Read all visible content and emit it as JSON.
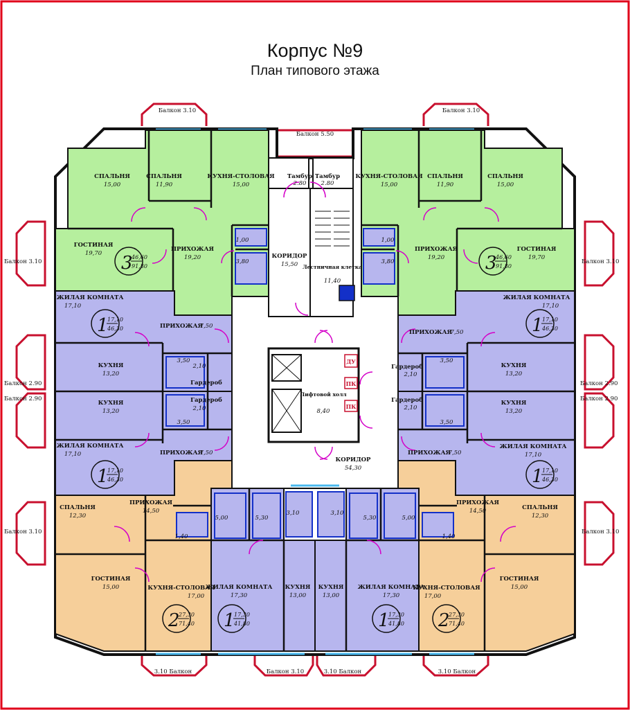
{
  "title": "Корпус №9",
  "subtitle": "План типового этажа",
  "colors": {
    "green": "#b6ef9e",
    "purple": "#b7b6ee",
    "orange": "#f6cf9a",
    "common": "#ffffff",
    "wall": "#111111",
    "balcony_wall": "#c8102e",
    "door": "#d400c8",
    "window": "#49b8ee",
    "frame": "#e0001a",
    "partition": "#1330c8"
  },
  "apartments": {
    "green_left": {
      "rooms": "3",
      "living": "46,60",
      "total": "91,80"
    },
    "green_right": {
      "rooms": "3",
      "living": "46,60",
      "total": "91,80"
    },
    "purple_ul": {
      "rooms": "1",
      "living": "17,10",
      "total": "46,30"
    },
    "purple_ur": {
      "rooms": "1",
      "living": "17,10",
      "total": "46,30"
    },
    "purple_ll": {
      "rooms": "1",
      "living": "17,10",
      "total": "46,30"
    },
    "purple_lr": {
      "rooms": "1",
      "living": "17,10",
      "total": "46,30"
    },
    "orange_left": {
      "rooms": "2",
      "living": "27,30",
      "total": "71,40"
    },
    "orange_right": {
      "rooms": "2",
      "living": "27,30",
      "total": "71,40"
    },
    "purple_bl": {
      "rooms": "1",
      "living": "17,30",
      "total": "41,80"
    },
    "purple_br": {
      "rooms": "1",
      "living": "17,30",
      "total": "41,80"
    }
  },
  "rooms": {
    "spalnya_tl": {
      "name": "СПАЛЬНЯ",
      "area": "15,00"
    },
    "spalnya_tl2": {
      "name": "СПАЛЬНЯ",
      "area": "11,90"
    },
    "kuhnya_stol_tl": {
      "name": "КУХНЯ-СТОЛОВАЯ",
      "area": "15,00"
    },
    "gostinaya_l": {
      "name": "ГОСТИНАЯ",
      "area": "19,70"
    },
    "prihozh_gl": {
      "name": "ПРИХОЖАЯ",
      "area": "19,20"
    },
    "kuhnya_stol_tr": {
      "name": "КУХНЯ-СТОЛОВАЯ",
      "area": "15,00"
    },
    "spalnya_tr2": {
      "name": "СПАЛЬНЯ",
      "area": "11,90"
    },
    "spalnya_tr": {
      "name": "СПАЛЬНЯ",
      "area": "15,00"
    },
    "prihozh_gr": {
      "name": "ПРИХОЖАЯ",
      "area": "19,20"
    },
    "gostinaya_r": {
      "name": "ГОСТИНАЯ",
      "area": "19,70"
    },
    "tambur_l": {
      "name": "Тамбур",
      "area": "2.80"
    },
    "tambur_r": {
      "name": "Тамбур",
      "area": "2.80"
    },
    "koridor_top": {
      "name": "КОРИДОР",
      "area": "15,50"
    },
    "lestnica": {
      "name": "Лестничная клетка",
      "area": "11,40"
    },
    "zhilaya_ul": {
      "name": "ЖИЛАЯ КОМНАТА",
      "area": "17,10"
    },
    "prihozh_ul": {
      "name": "ПРИХОЖАЯ",
      "area": "7,50"
    },
    "kuhnya_ul": {
      "name": "КУХНЯ",
      "area": "13,20"
    },
    "kuhnya_ll": {
      "name": "КУХНЯ",
      "area": "13,20"
    },
    "zhilaya_ll": {
      "name": "ЖИЛАЯ КОМНАТА",
      "area": "17,10"
    },
    "prihozh_ll": {
      "name": "ПРИХОЖАЯ",
      "area": "7,50"
    },
    "garderob_ul": {
      "name": "Гардероб",
      "area": "2,10"
    },
    "garderob_ll": {
      "name": "Гардероб",
      "area": "2,10"
    },
    "zhilaya_ur": {
      "name": "ЖИЛАЯ КОМНАТА",
      "area": "17,10"
    },
    "prihozh_ur": {
      "name": "ПРИХОЖАЯ",
      "area": "7,50"
    },
    "kuhnya_ur": {
      "name": "КУХНЯ",
      "area": "13,20"
    },
    "kuhnya_lr": {
      "name": "КУХНЯ",
      "area": "13,20"
    },
    "zhilaya_lr": {
      "name": "ЖИЛАЯ КОМНАТА",
      "area": "17,10"
    },
    "prihozh_lr": {
      "name": "ПРИХОЖАЯ",
      "area": "7,50"
    },
    "garderob_ur": {
      "name": "Гардероб",
      "area": "2,10"
    },
    "garderob_lr": {
      "name": "Гардероб",
      "area": "2,10"
    },
    "lift_holl": {
      "name": "Лифтовой холл",
      "area": "8,40"
    },
    "koridor_mid": {
      "name": "КОРИДОР",
      "area": "54,30"
    },
    "spalnya_ol": {
      "name": "СПАЛЬНЯ",
      "area": "12,30"
    },
    "prihozh_ol": {
      "name": "ПРИХОЖАЯ",
      "area": "14,50"
    },
    "gostinaya_ol": {
      "name": "ГОСТИНАЯ",
      "area": "15,00"
    },
    "kuhnya_stol_ol": {
      "name": "КУХНЯ-СТОЛОВАЯ",
      "area": "17,00"
    },
    "zhilaya_bl": {
      "name": "ЖИЛАЯ КОМНАТА",
      "area": "17,30"
    },
    "kuhnya_bl": {
      "name": "КУХНЯ",
      "area": "13,00"
    },
    "kuhnya_br": {
      "name": "КУХНЯ",
      "area": "13,00"
    },
    "zhilaya_br": {
      "name": "ЖИЛАЯ КОМНАТА",
      "area": "17,30"
    },
    "kuhnya_stol_or": {
      "name": "КУХНЯ-СТОЛОВАЯ",
      "area": "17,00"
    },
    "gostinaya_or": {
      "name": "ГОСТИНАЯ",
      "area": "15,00"
    },
    "prihozh_or": {
      "name": "ПРИХОЖАЯ",
      "area": "14,50"
    },
    "spalnya_or": {
      "name": "СПАЛЬНЯ",
      "area": "12,30"
    }
  },
  "small_areas": {
    "wc_gl": "1,00",
    "bath_gl": "3,80",
    "wc_gr": "1,00",
    "bath_gr": "3,80",
    "bath_ul": "3,50",
    "bath_ll": "3,50",
    "bath_ur": "3,50",
    "bath_lr": "3,50",
    "wc_ol": "1,40",
    "bath_ol": "5,00",
    "bath_bl": "5,30",
    "bath_bl2": "3,10",
    "bath_br2": "3,10",
    "bath_br": "5,30",
    "bath_or": "5,00",
    "wc_or": "1,40"
  },
  "labels": {
    "du": "ДУ",
    "pk1": "ПК",
    "pk2": "ПК"
  },
  "balconies": {
    "top_center": "Балкон 5.50",
    "top_left": "Балкон 3.10",
    "top_right": "Балкон 3.10",
    "left_upper": "Балкон 3.10",
    "right_upper": "Балкон 3.10",
    "left_mid1": "Балкон 2.90",
    "left_mid2": "Балкон 2.90",
    "right_mid1": "Балкон 2.90",
    "right_mid2": "Балкон 2.90",
    "left_lower": "Балкон 3.10",
    "right_lower": "Балкон 3.10",
    "bottom_ll": "3.10 Балкон",
    "bottom_cl": "Балкон 3.10",
    "bottom_cr": "3.10 Балкон",
    "bottom_rr": "3.10 Балкон"
  }
}
